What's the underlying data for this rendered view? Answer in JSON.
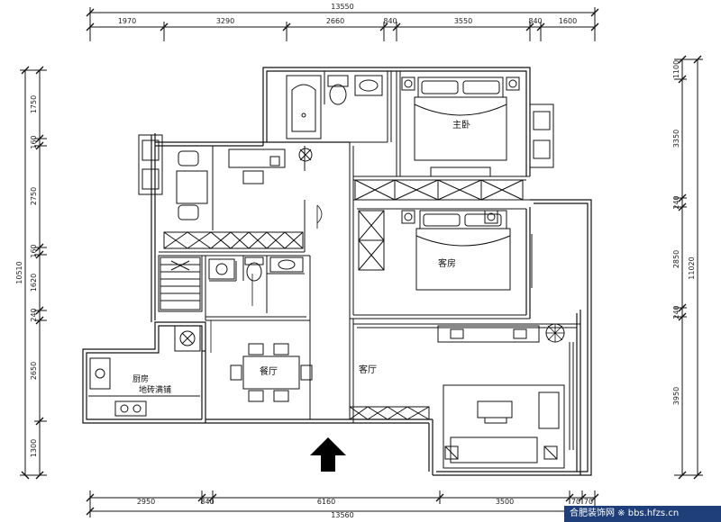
{
  "dimensions": {
    "top_total": "13550",
    "top_segments": [
      "1970",
      "3290",
      "2660",
      "840",
      "3550",
      "840",
      "1600"
    ],
    "bottom_total": "13560",
    "bottom_segments": [
      "2950",
      "840",
      "6160",
      "3500",
      "70",
      "70"
    ],
    "left_total": "10510",
    "left_segments": [
      "1750",
      "160",
      "2750",
      "160",
      "1620",
      "240",
      "2650",
      "1300"
    ],
    "right_total": "11020",
    "right_segments": [
      "1100",
      "3350",
      "240",
      "2850",
      "240",
      "3950"
    ]
  },
  "rooms": {
    "master_bedroom": "主卧",
    "guest_room": "客房",
    "dining_room": "餐厅",
    "living_room": "客厅",
    "kitchen": "厨房",
    "kitchen_floor": "地砖满铺"
  },
  "watermark": "合肥装饰网 ※ bbs.hfzs.cn"
}
